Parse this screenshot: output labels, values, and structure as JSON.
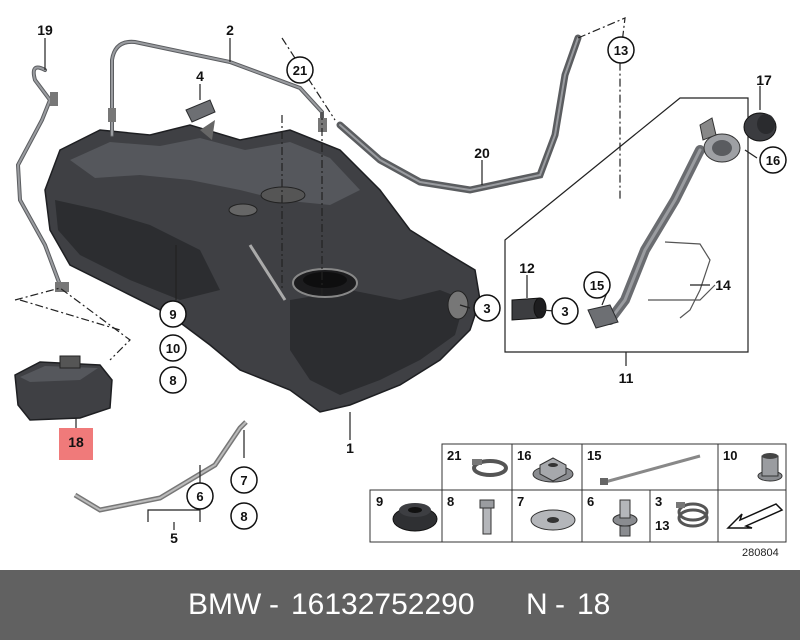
{
  "diagram_code": "280804",
  "footer": {
    "brand": "BMW",
    "sep1": "-",
    "part_number": "16132752290",
    "variant": "N",
    "sep2": "-",
    "ref": "18"
  },
  "highlight_color": "#f07a7a",
  "footer_color": "#616161",
  "callouts": [
    {
      "label": "19",
      "circled": false
    },
    {
      "label": "2",
      "circled": false
    },
    {
      "label": "21",
      "circled": true
    },
    {
      "label": "4",
      "circled": false
    },
    {
      "label": "13",
      "circled": true
    },
    {
      "label": "17",
      "circled": false
    },
    {
      "label": "16",
      "circled": true
    },
    {
      "label": "20",
      "circled": false
    },
    {
      "label": "3",
      "circled": true
    },
    {
      "label": "12",
      "circled": false
    },
    {
      "label": "3",
      "circled": true
    },
    {
      "label": "15",
      "circled": true
    },
    {
      "label": "14",
      "circled": false
    },
    {
      "label": "11",
      "circled": false
    },
    {
      "label": "9",
      "circled": true
    },
    {
      "label": "10",
      "circled": true
    },
    {
      "label": "8",
      "circled": true
    },
    {
      "label": "18",
      "circled": false,
      "highlighted": true
    },
    {
      "label": "1",
      "circled": false
    },
    {
      "label": "7",
      "circled": true
    },
    {
      "label": "8",
      "circled": true
    },
    {
      "label": "6",
      "circled": true
    },
    {
      "label": "5",
      "circled": false
    }
  ],
  "legend": {
    "row1": [
      "21",
      "16",
      "15",
      "10"
    ],
    "row2": [
      "9",
      "8",
      "7",
      "6",
      "3",
      "13"
    ]
  }
}
